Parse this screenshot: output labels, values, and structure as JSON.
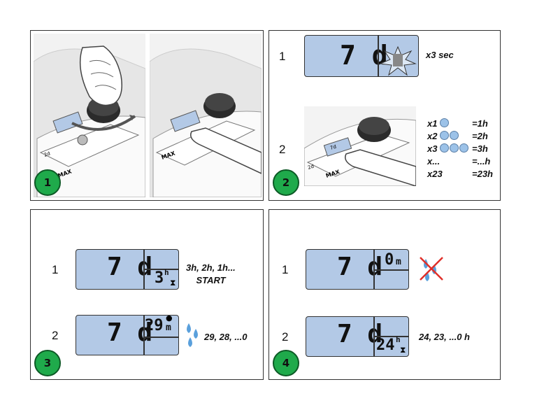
{
  "panels": [
    {
      "badge": "1"
    },
    {
      "badge": "2",
      "steps": [
        "1",
        "2"
      ],
      "hold_note": "x3 sec",
      "legend": [
        {
          "times": "x1",
          "dots": 1,
          "result": "=1h"
        },
        {
          "times": "x2",
          "dots": 2,
          "result": "=2h"
        },
        {
          "times": "x3",
          "dots": 3,
          "result": "=3h"
        },
        {
          "times": "x...",
          "dots": 0,
          "result": "=...h"
        },
        {
          "times": "x23",
          "dots": 0,
          "result": "=23h"
        }
      ],
      "lcd_main": "7 d",
      "device_button_text": "7d",
      "device_labels": [
        "2d",
        "MAX"
      ]
    },
    {
      "badge": "3",
      "steps": [
        "1",
        "2"
      ],
      "lcd1_main": "7 d",
      "lcd1_timer": "3",
      "lcd1_unit": "h",
      "lcd1_note": "3h, 2h, 1h...\n    START",
      "lcd2_main": "7 d",
      "lcd2_timer": "29",
      "lcd2_unit": "m",
      "lcd2_note": "29, 28, ...0"
    },
    {
      "badge": "4",
      "steps": [
        "1",
        "2"
      ],
      "lcd1_main": "7 d",
      "lcd1_timer": "0",
      "lcd1_unit": "m",
      "lcd2_main": "7 d",
      "lcd2_timer": "24",
      "lcd2_unit": "h",
      "lcd2_note": "24, 23, ...0 h"
    }
  ],
  "colors": {
    "badge": "#1faa4b",
    "lcd": "#b3c9e6",
    "water": "#5aa0dc",
    "cross": "#e0302a"
  }
}
